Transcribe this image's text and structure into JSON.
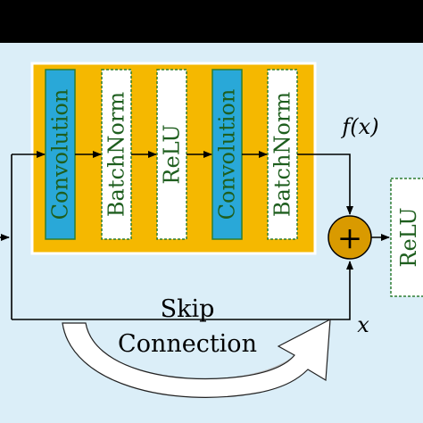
{
  "diagram": {
    "blocks": [
      {
        "label": "Convolution",
        "kind": "conv"
      },
      {
        "label": "BatchNorm",
        "kind": "norm"
      },
      {
        "label": "ReLU",
        "kind": "relu"
      },
      {
        "label": "Convolution",
        "kind": "conv"
      },
      {
        "label": "BatchNorm",
        "kind": "norm"
      }
    ],
    "output_block": {
      "label": "ReLU"
    },
    "fx_label": "f(x)",
    "x_label": "x",
    "plus_symbol": "+",
    "skip_label": {
      "line1": "Skip",
      "line2": "Connection"
    }
  },
  "colors": {
    "background": "#dbeef8",
    "top_band": "#000000",
    "container": "#f5b800",
    "container_border": "#ffffff",
    "conv_fill": "#29a8d8",
    "text_green": "#1e5e1e",
    "block_border": "#2e7d32",
    "adder_fill": "#d99a00",
    "line": "#000000",
    "skip_arrow_fill": "#ffffff",
    "skip_arrow_stroke": "#222222",
    "skip_arrow_shade": "#b8b8b8"
  }
}
